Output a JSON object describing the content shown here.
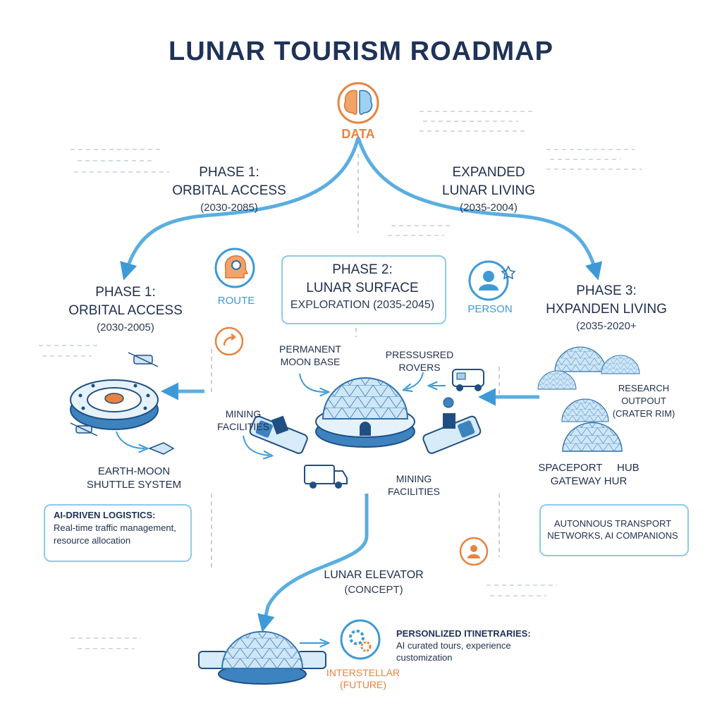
{
  "title": "LUNAR TOURISM ROADMAP",
  "data_node": {
    "label": "DATA",
    "icon": "brain-icon"
  },
  "phase1_top": {
    "line1": "PHASE 1:",
    "line2": "ORBITAL ACCESS",
    "years": "(2030-2085)"
  },
  "expanded_top": {
    "line1": "EXPANDED",
    "line2": "LUNAR LIVING",
    "years": "(2035-2004)"
  },
  "phase1": {
    "line1": "PHASE 1:",
    "line2": "ORBITAL ACCESS",
    "years": "(2030-2005)"
  },
  "route": {
    "label": "ROUTE",
    "icon": "head-gear-icon"
  },
  "phase2": {
    "line1": "PHASE 2:",
    "line2": "LUNAR SURFACE",
    "line3": "EXPLORATION (2035-2045)"
  },
  "person": {
    "label": "PERSON",
    "icon": "user-icon"
  },
  "phase3": {
    "line1": "PHASE 3:",
    "line2": "HXPANDEN LIVING",
    "years": "(2035-2020+"
  },
  "moon_base": {
    "line1": "PERMANENT",
    "line2": "MOON BASE"
  },
  "rovers": {
    "line1": "PRESSUSRED",
    "line2": "ROVERS"
  },
  "mining_left": {
    "line1": "MINING",
    "line2": "FACILITIES"
  },
  "mining_bottom": {
    "line1": "MINING",
    "line2": "FACILITIES"
  },
  "research": {
    "line1": "RESEARCH",
    "line2": "OUTPOUT",
    "line3": "(CRATER RIM)"
  },
  "spaceport": {
    "line1": "SPACEPORT     HUB",
    "line2": "GATEWAY HUR"
  },
  "shuttle": {
    "line1": "EARTH-MOON",
    "line2": "SHUTTLE SYSTEM"
  },
  "logistics": {
    "heading": "AI-DRIVEN LOGISTICS:",
    "line1": "Real-time traffic management,",
    "line2": "resource allocation"
  },
  "autonomous": {
    "line1": "AUTONNOUS TRANSPORT",
    "line2": "NETWORKS, AI COMPANIONS"
  },
  "elevator": {
    "line1": "LUNAR ELEVATOR",
    "line2": "(CONCEPT)"
  },
  "itineraries": {
    "heading": "PERSONLIZED ITINETRARIES:",
    "line1": "AI curated tours, experience",
    "line2": "customization"
  },
  "interstellar": {
    "line1": "INTERSTELLAR",
    "line2": "(FUTURE)"
  },
  "colors": {
    "primary": "#3d9ad6",
    "accent": "#e8833f",
    "text": "#1e2f4d",
    "box_border": "#8ccbe9"
  }
}
